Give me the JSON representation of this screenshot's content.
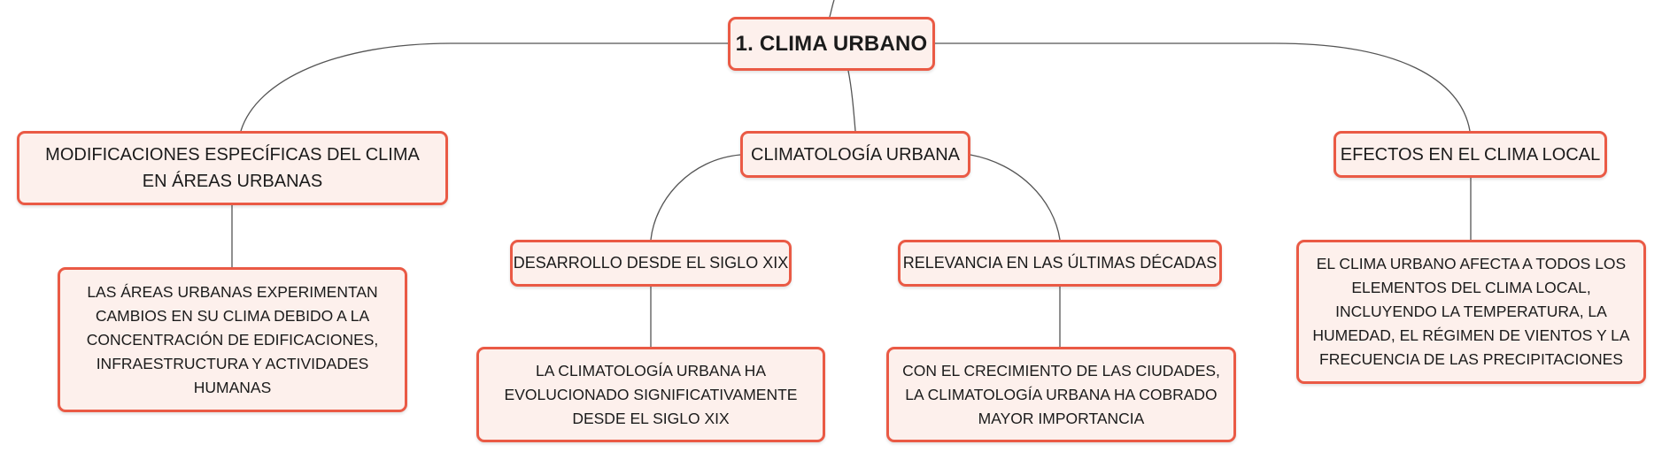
{
  "diagram": {
    "root": {
      "label": "1. CLIMA URBANO"
    },
    "branches": [
      {
        "label": "MODIFICACIONES ESPECÍFICAS DEL CLIMA EN ÁREAS URBANAS",
        "detail": "LAS ÁREAS URBANAS EXPERIMENTAN CAMBIOS EN SU CLIMA DEBIDO A LA CONCENTRACIÓN DE EDIFICACIONES, INFRAESTRUCTURA Y ACTIVIDADES HUMANAS"
      },
      {
        "label": "CLIMATOLOGÍA URBANA",
        "children": [
          {
            "label": "DESARROLLO DESDE EL SIGLO XIX",
            "detail": "LA CLIMATOLOGÍA URBANA HA EVOLUCIONADO SIGNIFICATIVAMENTE DESDE EL SIGLO XIX"
          },
          {
            "label": "RELEVANCIA EN LAS ÚLTIMAS DÉCADAS",
            "detail": "CON EL CRECIMIENTO DE LAS CIUDADES, LA CLIMATOLOGÍA URBANA HA COBRADO MAYOR IMPORTANCIA"
          }
        ]
      },
      {
        "label": "EFECTOS EN EL CLIMA LOCAL",
        "detail": "EL CLIMA URBANO AFECTA A TODOS LOS ELEMENTOS DEL CLIMA LOCAL, INCLUYENDO LA TEMPERATURA, LA HUMEDAD, EL RÉGIMEN DE VIENTOS Y LA FRECUENCIA DE LAS PRECIPITACIONES"
      }
    ]
  },
  "colors": {
    "node_border": "#ea5a45",
    "node_fill": "#fdf0ec",
    "connector": "#555555",
    "text": "#1b1b1b"
  }
}
